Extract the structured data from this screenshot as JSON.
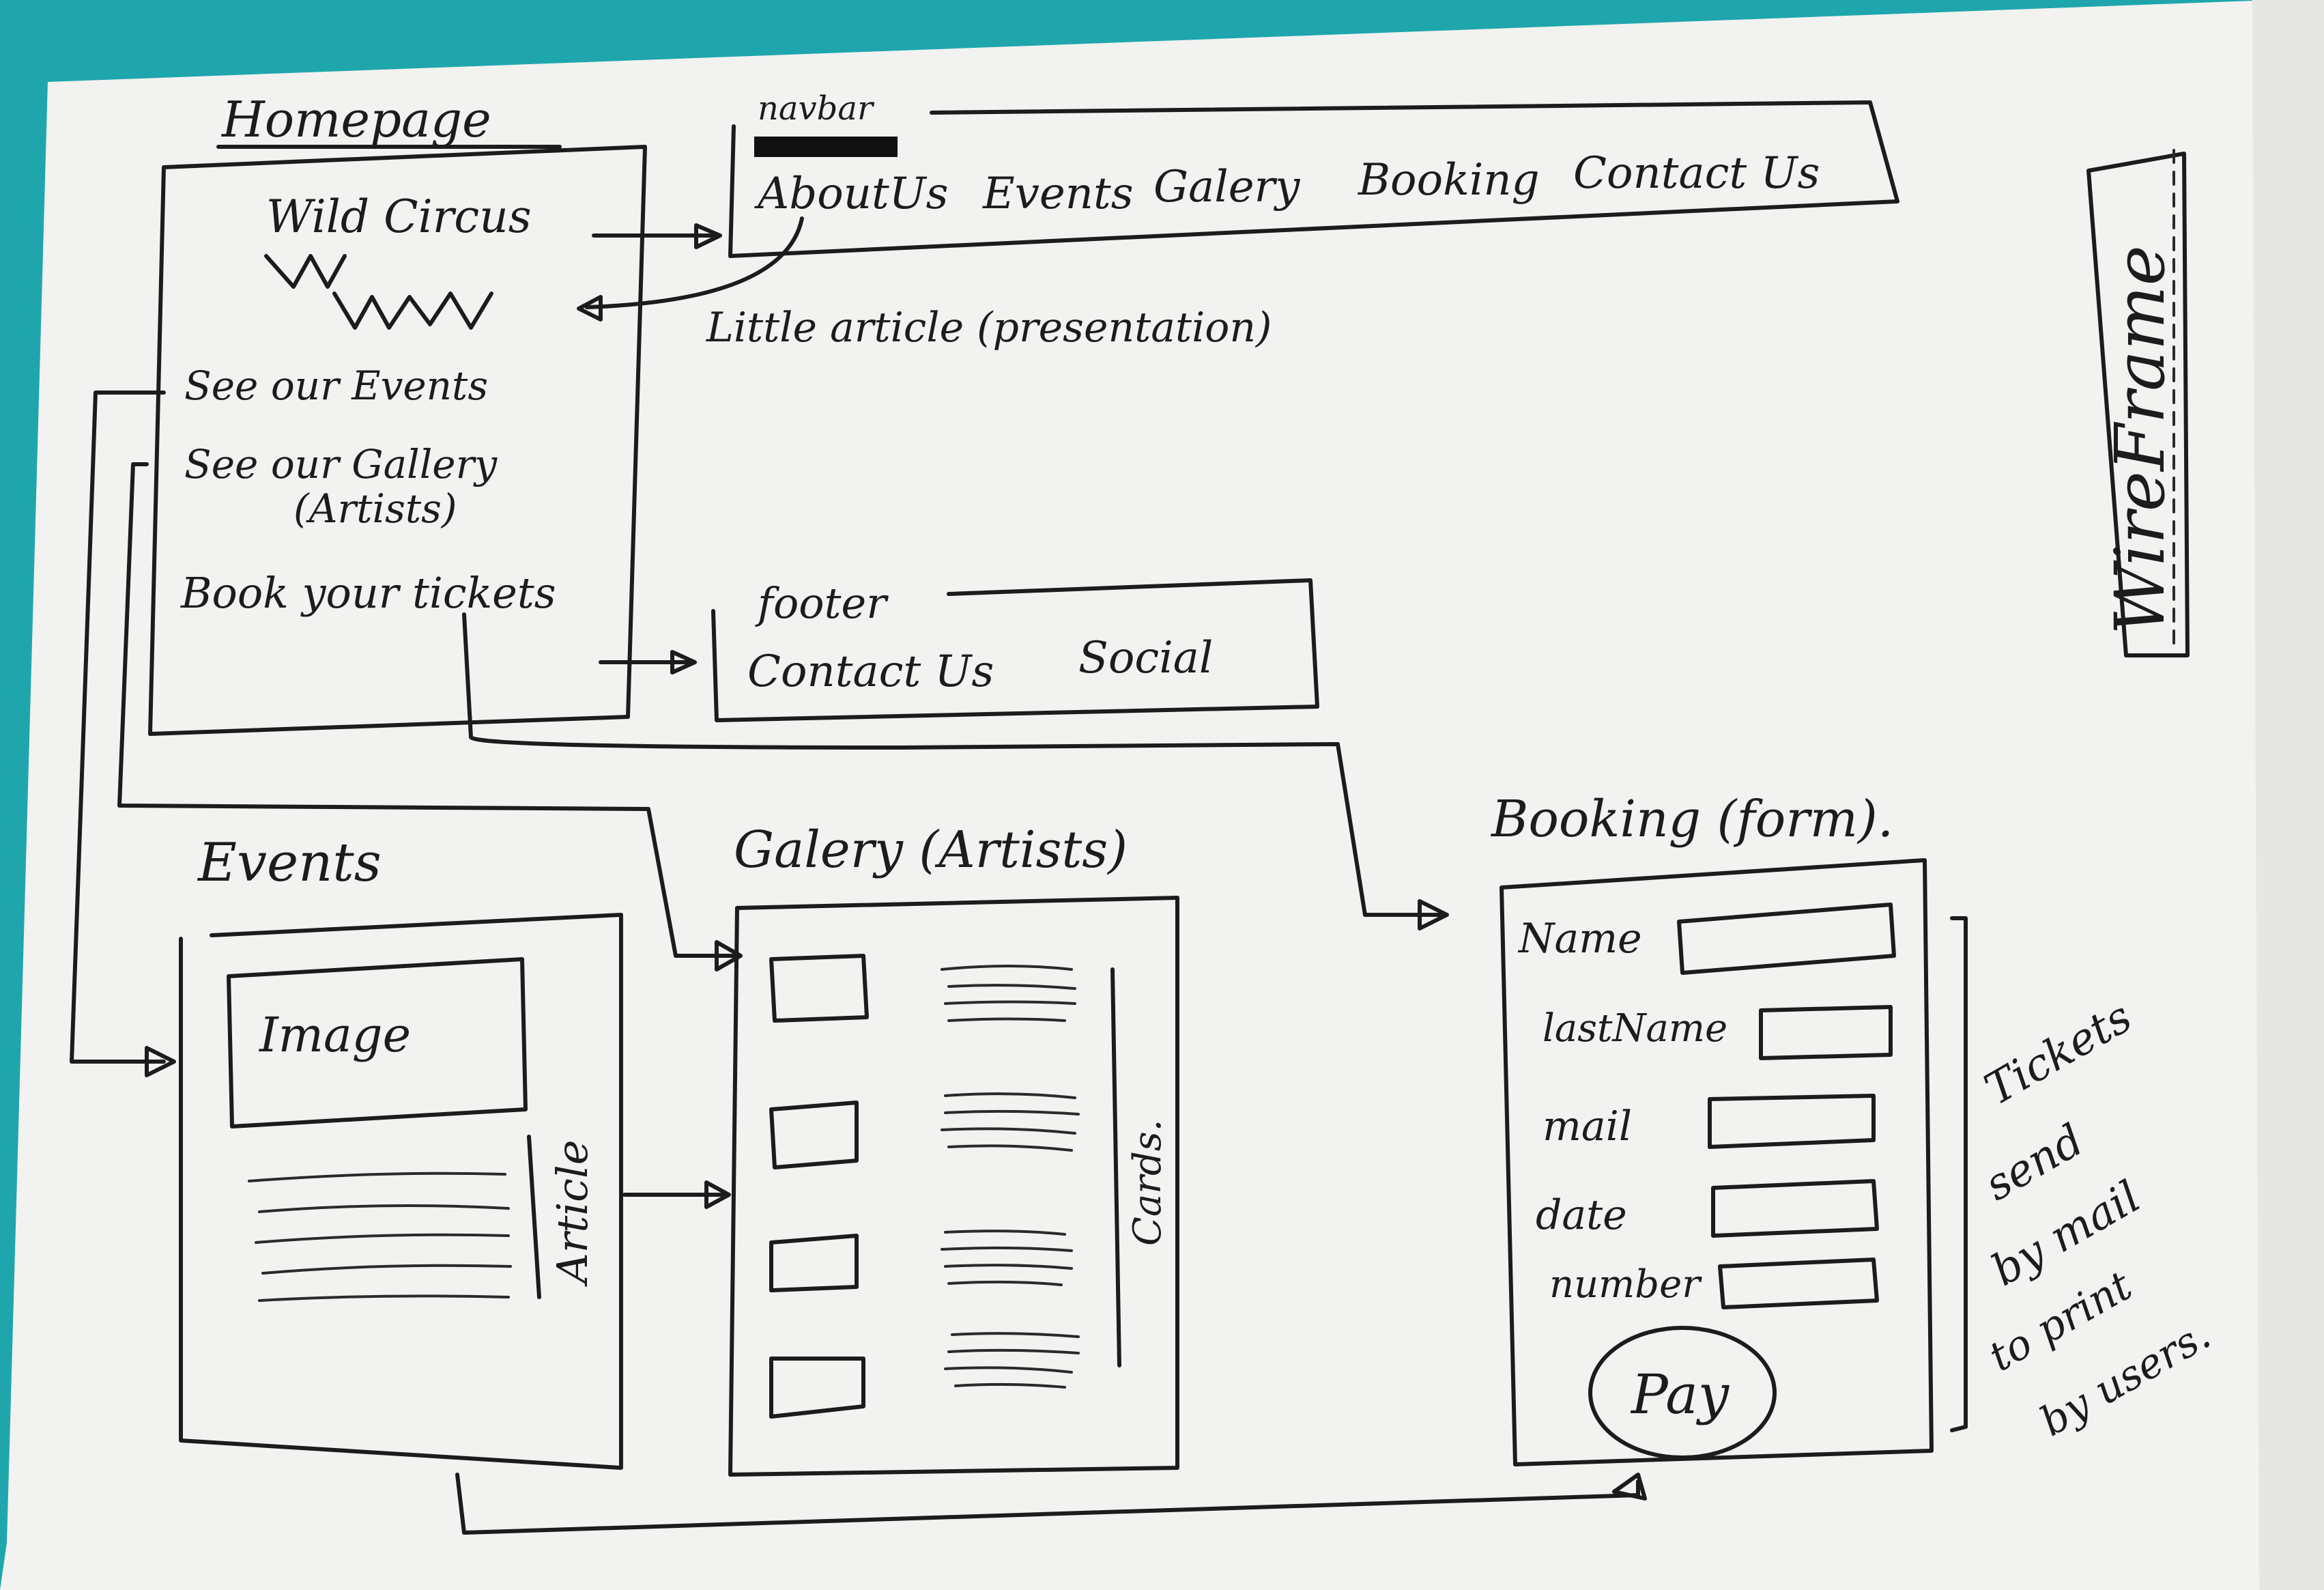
{
  "sidebar_tag": "WireFrame",
  "homepage": {
    "title": "Homepage",
    "brand": "Wild Circus",
    "links": [
      "See our Events",
      "See our Gallery",
      "(Artists)",
      "Book your tickets"
    ]
  },
  "navbar": {
    "label": "navbar",
    "items": [
      "AboutUs",
      "Events",
      "Galery",
      "Booking",
      "Contact Us"
    ],
    "note": "Little article (presentation)"
  },
  "footer": {
    "label": "footer",
    "items": [
      "Contact Us",
      "Social"
    ]
  },
  "events": {
    "title": "Events",
    "image_label": "Image",
    "side_label": "Article"
  },
  "gallery": {
    "title": "Galery (Artists)",
    "side_label": "Cards."
  },
  "booking": {
    "title": "Booking (form).",
    "fields": [
      "Name",
      "lastName",
      "mail",
      "date",
      "number"
    ],
    "pay_label": "Pay",
    "note_lines": [
      "Tickets",
      "send",
      "by mail",
      "to print",
      "by users."
    ]
  }
}
